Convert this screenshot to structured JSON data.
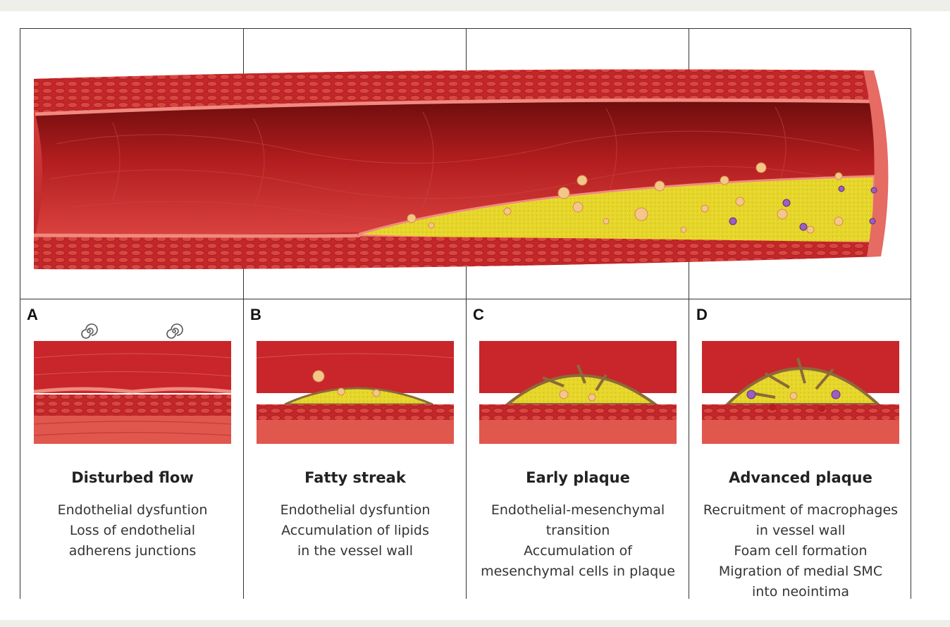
{
  "panels": [
    {
      "letter": "A",
      "title": "Disturbed flow",
      "lines": [
        "Endothelial dysfuntion",
        "Loss of endothelial",
        "adherens junctions"
      ]
    },
    {
      "letter": "B",
      "title": "Fatty streak",
      "lines": [
        "Endothelial dysfuntion",
        "Accumulation of lipids",
        "in the vessel wall"
      ]
    },
    {
      "letter": "C",
      "title": "Early plaque",
      "lines": [
        "Endothelial-mesenchymal",
        "transition",
        "Accumulation of",
        "mesenchymal cells in plaque"
      ]
    },
    {
      "letter": "D",
      "title": "Advanced plaque",
      "lines": [
        "Recruitment of macrophages",
        "in vessel wall",
        "Foam cell formation",
        "Migration of medial SMC",
        "into neointima"
      ]
    }
  ],
  "colors": {
    "vessel_wall": "#c8262b",
    "lumen_dark": "#8e1414",
    "endothelium": "#f08a80",
    "plaque": "#e8d92a",
    "macrophage": "#8a4fb0",
    "smc": "#8a6a3a"
  }
}
